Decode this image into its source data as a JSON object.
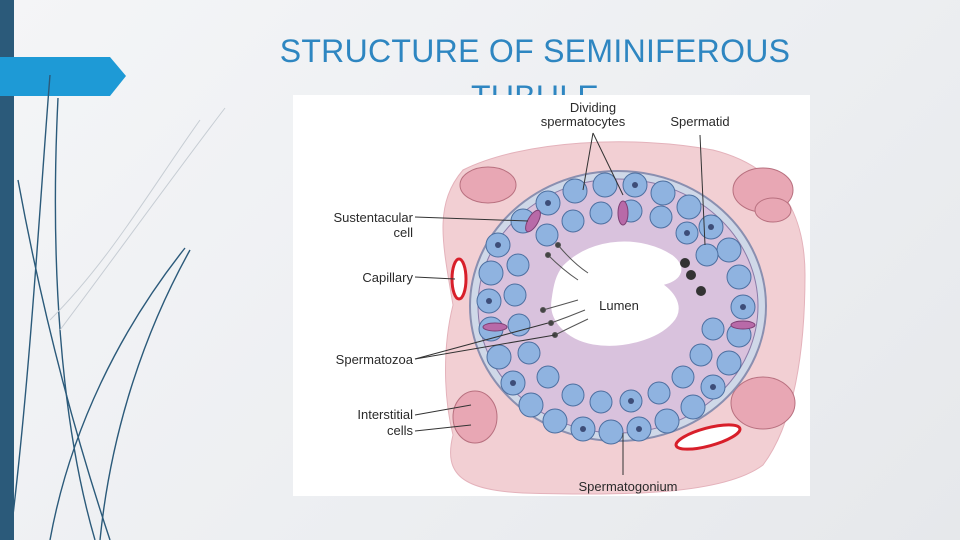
{
  "slide": {
    "title_line1": "STRUCTURE OF SEMINIFEROUS",
    "title_line2": "TUBULE"
  },
  "diagram": {
    "labels": {
      "dividing_1": "Dividing",
      "dividing_2": "spermatocytes",
      "spermatid": "Spermatid",
      "sustentacular_1": "Sustentacular",
      "sustentacular_2": "cell",
      "capillary": "Capillary",
      "lumen": "Lumen",
      "spermatozoa": "Spermatozoa",
      "interstitial_1": "Interstitial",
      "interstitial_2": "cells",
      "spermatogonium": "Spermatogonium"
    }
  },
  "colors": {
    "accent_blue": "#2e86c1",
    "sidebar": "#2b5a7a",
    "connective_tissue": "#f2cfd3",
    "tubule_wall": "#d7c3dc",
    "cell_blue": "#8fb3e0",
    "capillary_red": "#d81f2a"
  }
}
